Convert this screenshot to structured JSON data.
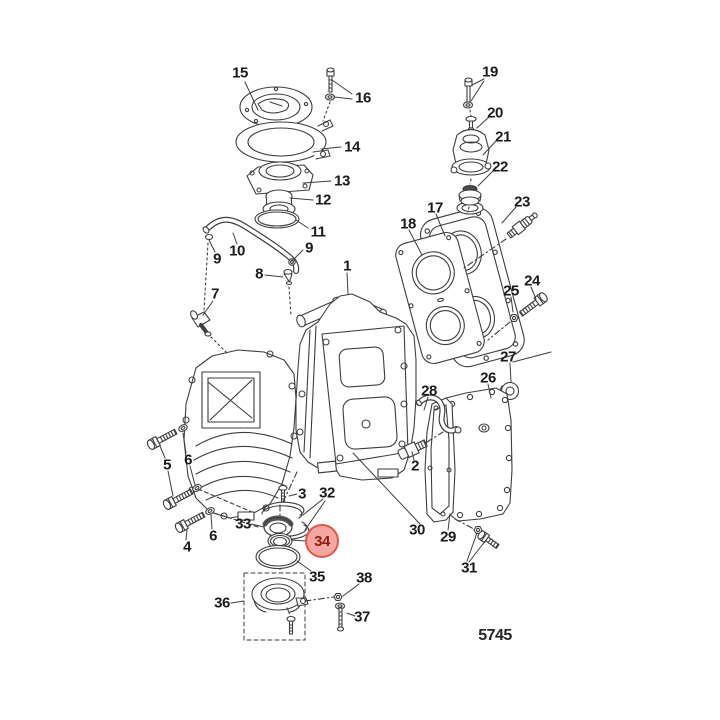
{
  "diagram": {
    "type": "exploded-parts-diagram",
    "drawing_number": "5745",
    "highlighted_part": "34",
    "colors": {
      "line": "#3e3e3e",
      "background": "#ffffff",
      "highlight_fill": "#f6a6a2",
      "highlight_border": "#e0574c",
      "highlight_text": "#8c1d12",
      "label_text": "#1b1b1b"
    },
    "callouts": [
      {
        "label": "15"
      },
      {
        "label": "16"
      },
      {
        "label": "14"
      },
      {
        "label": "13"
      },
      {
        "label": "12"
      },
      {
        "label": "11"
      },
      {
        "label": "10"
      },
      {
        "label": "9"
      },
      {
        "label": "9"
      },
      {
        "label": "8"
      },
      {
        "label": "7"
      },
      {
        "label": "1"
      },
      {
        "label": "19"
      },
      {
        "label": "20"
      },
      {
        "label": "21"
      },
      {
        "label": "22"
      },
      {
        "label": "23"
      },
      {
        "label": "17"
      },
      {
        "label": "18"
      },
      {
        "label": "24"
      },
      {
        "label": "25"
      },
      {
        "label": "27"
      },
      {
        "label": "26"
      },
      {
        "label": "28"
      },
      {
        "label": "2"
      },
      {
        "label": "30"
      },
      {
        "label": "29"
      },
      {
        "label": "31"
      },
      {
        "label": "5"
      },
      {
        "label": "6"
      },
      {
        "label": "4"
      },
      {
        "label": "6"
      },
      {
        "label": "3"
      },
      {
        "label": "32"
      },
      {
        "label": "33"
      },
      {
        "label": "34"
      },
      {
        "label": "35"
      },
      {
        "label": "36"
      },
      {
        "label": "38"
      },
      {
        "label": "37"
      }
    ]
  }
}
